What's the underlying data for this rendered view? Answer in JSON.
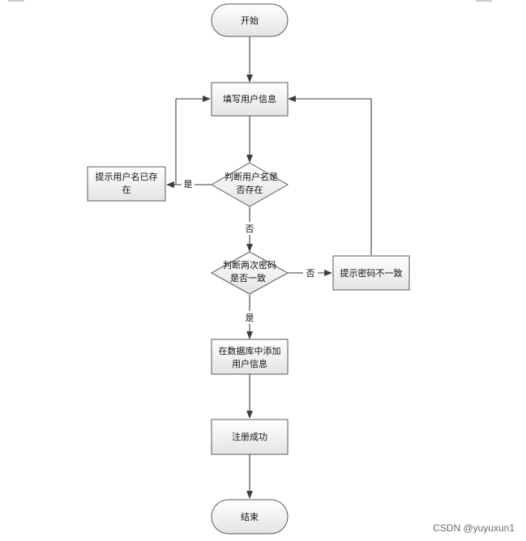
{
  "diagram": {
    "nodes": {
      "start": {
        "label_lines": [
          "开始"
        ]
      },
      "fill_info": {
        "label_lines": [
          "填写用户信息"
        ]
      },
      "check_username": {
        "label_lines": [
          "判断用户名是",
          "否存在"
        ]
      },
      "username_exists": {
        "label_lines": [
          "提示用户名已存",
          "在"
        ]
      },
      "check_passwords": {
        "label_lines": [
          "判断两次密码",
          "是否一致"
        ]
      },
      "password_mismatch": {
        "label_lines": [
          "提示密码不一致"
        ]
      },
      "add_to_db": {
        "label_lines": [
          "在数据库中添加",
          "用户信息"
        ]
      },
      "register_success": {
        "label_lines": [
          "注册成功"
        ]
      },
      "end": {
        "label_lines": [
          "结束"
        ]
      }
    },
    "edges": {
      "username_yes": "是",
      "username_no": "否",
      "password_no": "否",
      "password_yes": "是"
    },
    "colors": {
      "box_fill_top": "#ffffff",
      "box_fill_bottom": "#e6e6e6",
      "stroke": "#5a5a5a",
      "arrow": "#3c3c3c"
    }
  },
  "watermark": "CSDN @yuyuxun1"
}
